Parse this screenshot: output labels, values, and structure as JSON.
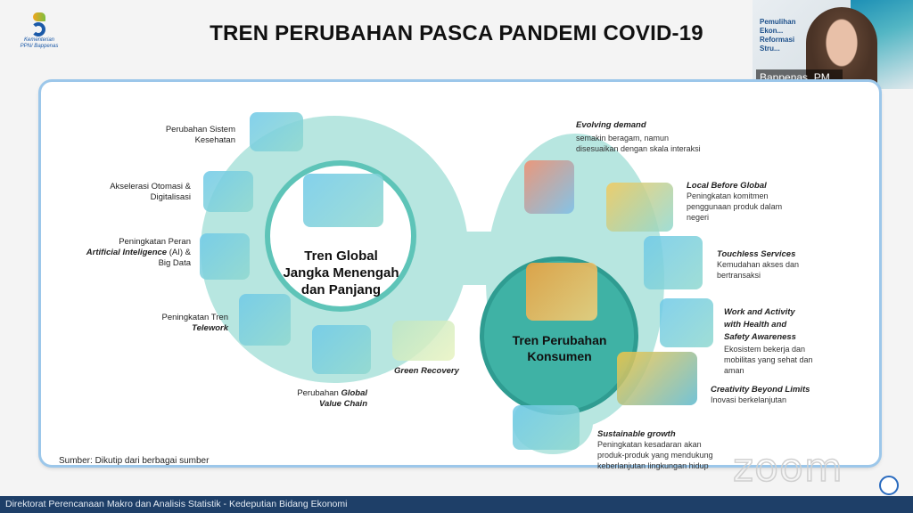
{
  "header": {
    "title": "TREN PERUBAHAN PASCA PANDEMI COVID-19",
    "logo_text": "Kementerian PPN/ Bappenas"
  },
  "video": {
    "participant_name": "Bappenas_PM...",
    "slide_text": "Pemulihan Ekon... Reformasi Stru..."
  },
  "left_center": "Tren Global Jangka Menengah dan Panjang",
  "left_items": [
    {
      "label": "Perubahan Sistem Kesehatan"
    },
    {
      "label": "Akselerasi Otomasi & Digitalisasi"
    },
    {
      "label_a": "Peningkatan Peran",
      "label_b": "Artificial Inteligence",
      "label_c": "(AI) & Big Data"
    },
    {
      "label_a": "Peningkatan Tren",
      "label_b": "Telework"
    },
    {
      "label_a": "Perubahan",
      "label_b": "Global",
      "label_c": "Value Chain"
    },
    {
      "label": "Green Recovery"
    }
  ],
  "right_center": "Tren Perubahan Konsumen",
  "right_items": [
    {
      "title": "Evolving demand",
      "desc": "semakin beragam, namun disesuaikan  dengan skala interaksi"
    },
    {
      "title": "Local Before Global",
      "desc": "Peningkatan komitmen penggunaan produk dalam negeri"
    },
    {
      "title": "Touchless Services",
      "desc": "Kemudahan akses dan bertransaksi"
    },
    {
      "title": "Work and Activity with Health and Safety Awareness",
      "desc": "Ekosistem bekerja dan mobilitas  yang sehat dan aman"
    },
    {
      "title": "Creativity Beyond Limits",
      "desc": "Inovasi berkelanjutan"
    },
    {
      "title": "Sustainable growth",
      "desc": "Peningkatan kesadaran akan produk-produk yang mendukung keberlanjutan lingkungan hidup"
    }
  ],
  "source": "Sumber: Dikutip dari berbagai sumber",
  "footer": "Direktorat Perencanaan Makro dan Analisis Statistik - Kedeputian Bidang Ekonomi",
  "watermark": "zoom"
}
